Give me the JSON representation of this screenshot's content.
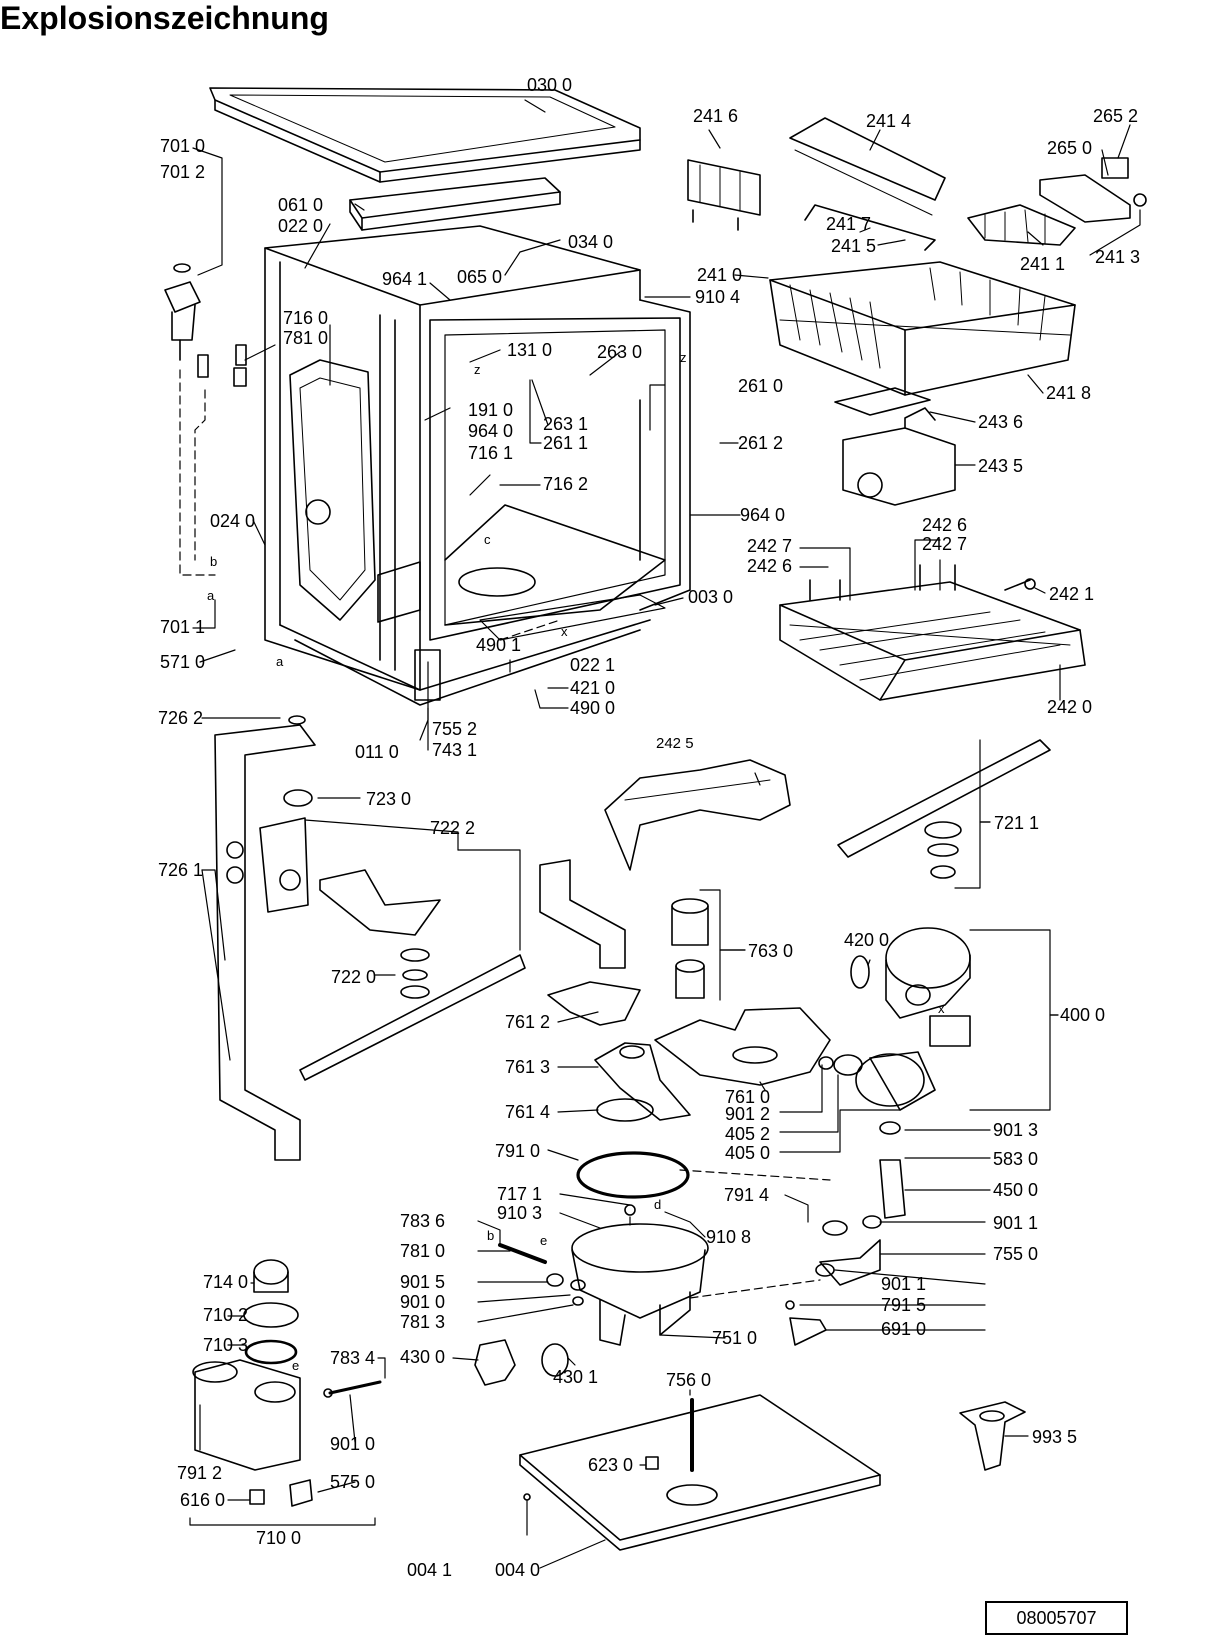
{
  "title": "Explosionszeichnung",
  "document_number": "08005707",
  "callouts": {
    "p0300": "030 0",
    "p7010": "701 0",
    "p7012": "701 2",
    "p0610": "061 0",
    "p0220": "022 0",
    "p0340": "034 0",
    "p9641": "964 1",
    "p0650": "065 0",
    "p9104": "910 4",
    "p7160": "716 0",
    "p7810": "781 0",
    "p1310": "131 0",
    "p2630": "263 0",
    "p2610": "261 0",
    "p1910": "191 0",
    "p2631": "263 1",
    "p9640a": "964 0",
    "p2611": "261 1",
    "p2612": "261 2",
    "p7161": "716 1",
    "p7162": "716 2",
    "p9640b": "964 0",
    "p0240": "024 0",
    "p0030": "003 0",
    "p7011": "701 1",
    "p5710": "571 0",
    "p4901": "490 1",
    "p0221": "022 1",
    "p4210": "421 0",
    "p4900": "490 0",
    "p7552": "755 2",
    "p7431": "743 1",
    "p0110": "011 0",
    "p2416": "241 6",
    "p2414": "241 4",
    "p2652": "265 2",
    "p2650": "265 0",
    "p2417": "241 7",
    "p2415": "241 5",
    "p2411": "241 1",
    "p2413": "241 3",
    "p2410": "241 0",
    "p2418": "241 8",
    "p2436": "243 6",
    "p2435": "243 5",
    "p2426a": "242 6",
    "p2427a": "242 7",
    "p2427b": "242 7",
    "p2426b": "242 6",
    "p2421": "242 1",
    "p2420": "242 0",
    "p7262": "726 2",
    "p7230": "723 0",
    "p7222": "722 2",
    "p2425": "242 5",
    "p7211": "721 1",
    "p7261": "726 1",
    "p7220": "722 0",
    "p7630": "763 0",
    "p4200": "420 0",
    "p4000": "400 0",
    "p7612": "761 2",
    "p7613": "761 3",
    "p7614": "761 4",
    "p7610": "761 0",
    "p9012": "901 2",
    "p4052": "405 2",
    "p4050": "405 0",
    "p9013": "901 3",
    "p7910": "791 0",
    "p5830": "583 0",
    "p4500": "450 0",
    "p7171": "717 1",
    "p7914": "791 4",
    "p9103": "910 3",
    "p7836": "783 6",
    "p9108": "910 8",
    "p9011a": "901 1",
    "p7810b": "781 0",
    "p7550": "755 0",
    "p7140": "714 0",
    "p9015": "901 5",
    "p9011b": "901 1",
    "p7102": "710 2",
    "p9010a": "901 0",
    "p7915": "791 5",
    "p7813": "781 3",
    "p6910": "691 0",
    "p7510": "751 0",
    "p7103": "710 3",
    "p7834": "783 4",
    "p4300": "430 0",
    "p4301": "430 1",
    "p7560": "756 0",
    "p9010b": "901 0",
    "p7912": "791 2",
    "p6230": "623 0",
    "p9935": "993 5",
    "p5750": "575 0",
    "p6160": "616 0",
    "p7100": "710 0",
    "p0041": "004 1",
    "p0040": "004 0"
  },
  "markers": {
    "z1": "z",
    "z2": "z",
    "c": "c",
    "b1": "b",
    "a1": "a",
    "a2": "a",
    "x1": "x",
    "x2": "x",
    "e1": "e",
    "e2": "e",
    "b2": "b",
    "d": "d"
  }
}
